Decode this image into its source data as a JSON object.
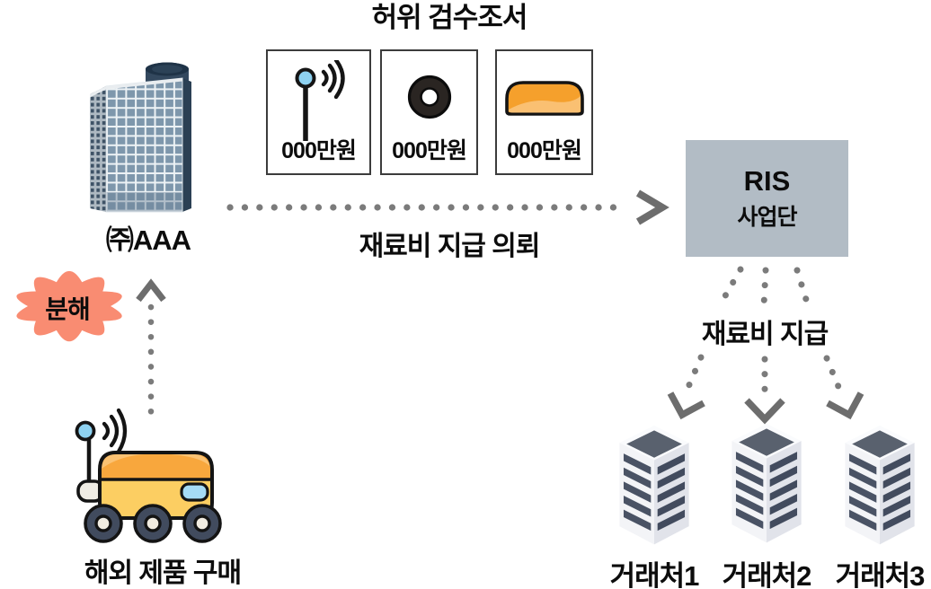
{
  "title": "허위 검수조서",
  "invoice_cards": {
    "items": [
      {
        "icon": "antenna-icon",
        "amount": "000만원"
      },
      {
        "icon": "ring-part-icon",
        "amount": "000만원"
      },
      {
        "icon": "cover-part-icon",
        "amount": "000만원"
      }
    ]
  },
  "company": {
    "name": "㈜AAA"
  },
  "ris": {
    "acronym": "RIS",
    "org": "사업단"
  },
  "flows": {
    "request_label": "재료비 지급 의뢰",
    "payment_label": "재료비 지급",
    "burst_label": "분해",
    "purchase_label": "해외 제품 구매"
  },
  "vendors": [
    {
      "name": "거래처1"
    },
    {
      "name": "거래처2"
    },
    {
      "name": "거래처3"
    }
  ],
  "colors": {
    "ris_box_bg": "#B2BCC5",
    "burst_fill": "#F98C72",
    "dot_gray": "#7B7B7B",
    "arrowhead_gray": "#6D6D6D",
    "rover_orange_top": "#F8A73D",
    "rover_yellow_bottom": "#FCCE62",
    "antenna_ball_blue": "#8ED2F1",
    "cover_part_orange": "#F5A02C",
    "vendor_face_light": "#F3F4F7",
    "vendor_stripe_dark": "#4A5365"
  }
}
